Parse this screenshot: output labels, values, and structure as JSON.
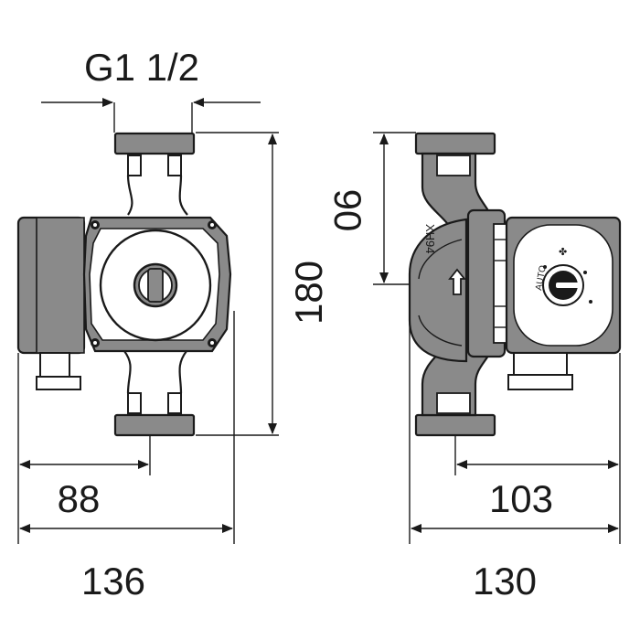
{
  "dimensions": {
    "thread": "G1 1/2",
    "height_total": "180",
    "height_inlet": "90",
    "front_width_half": "88",
    "front_width_total": "136",
    "side_depth_motor": "103",
    "side_depth_total": "130"
  },
  "pump": {
    "model_mark": "XH94",
    "controller_label": "AUTO"
  },
  "colors": {
    "line": "#1a1a1a",
    "body_fill": "#8a8a8a",
    "background": "#ffffff"
  }
}
